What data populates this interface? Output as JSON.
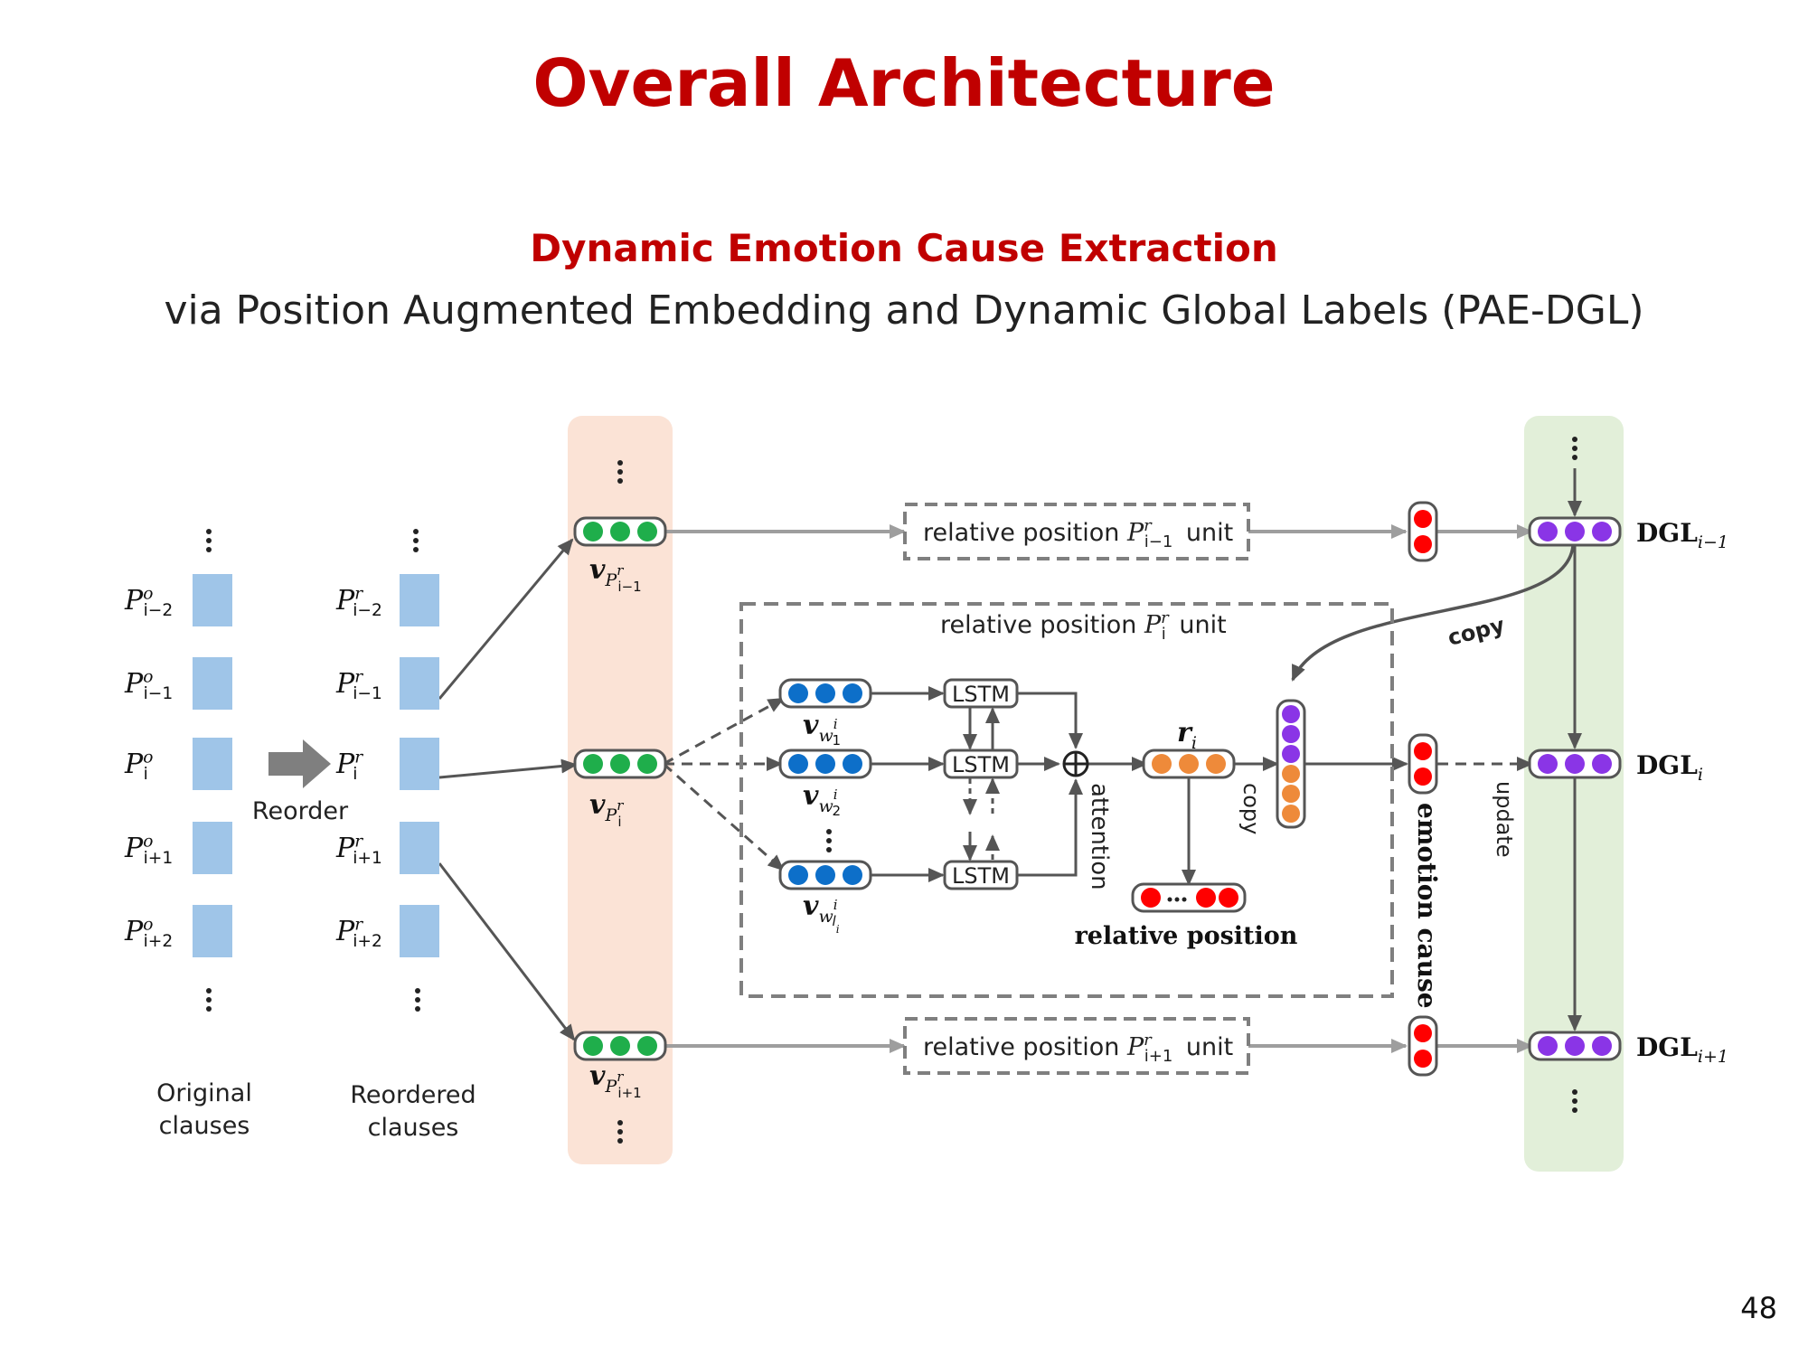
{
  "slide": {
    "title": "Overall Architecture",
    "subtitle": "Dynamic Emotion Cause Extraction",
    "subtitle2": "via Position Augmented Embedding and Dynamic Global Labels (PAE-DGL)",
    "page_number": "48"
  },
  "diagram": {
    "original_labels": [
      {
        "base": "P",
        "sup": "o",
        "sub": "i−2"
      },
      {
        "base": "P",
        "sup": "o",
        "sub": "i−1"
      },
      {
        "base": "P",
        "sup": "o",
        "sub": "i"
      },
      {
        "base": "P",
        "sup": "o",
        "sub": "i+1"
      },
      {
        "base": "P",
        "sup": "o",
        "sub": "i+2"
      }
    ],
    "reordered_labels": [
      {
        "base": "P",
        "sup": "r",
        "sub": "i−2"
      },
      {
        "base": "P",
        "sup": "r",
        "sub": "i−1"
      },
      {
        "base": "P",
        "sup": "r",
        "sub": "i"
      },
      {
        "base": "P",
        "sup": "r",
        "sub": "i+1"
      },
      {
        "base": "P",
        "sup": "r",
        "sub": "i+2"
      }
    ],
    "reorder_label": "Reorder",
    "original_caption": [
      "Original",
      "clauses"
    ],
    "reordered_caption": [
      "Reordered",
      "clauses"
    ],
    "v_labels": [
      {
        "base": "v",
        "sub": "P",
        "subsup": "r",
        "subsub": "i−1"
      },
      {
        "base": "v",
        "sub": "P",
        "subsup": "r",
        "subsub": "i"
      },
      {
        "base": "v",
        "sub": "P",
        "subsup": "r",
        "subsub": "i+1"
      }
    ],
    "unit_top": {
      "text": "relative position",
      "sym": "P",
      "sup": "r",
      "sub": "i−1",
      "suffix": "unit"
    },
    "unit_mid": {
      "text": "relative position",
      "sym": "P",
      "sup": "r",
      "sub": "i",
      "suffix": "unit"
    },
    "unit_bot": {
      "text": "relative position",
      "sym": "P",
      "sup": "r",
      "sub": "i+1",
      "suffix": "unit"
    },
    "word_labels": [
      {
        "base": "v",
        "sub": "w",
        "subsub": "1",
        "subsup": "i"
      },
      {
        "base": "v",
        "sub": "w",
        "subsub": "2",
        "subsup": "i"
      },
      {
        "base": "v",
        "sub": "w",
        "subsub": "l",
        "subsup": "i",
        "subsubsub": "i"
      }
    ],
    "lstm_label": "LSTM",
    "attention_label": "attention",
    "r_label": {
      "base": "r",
      "sub": "i"
    },
    "relative_position_label": "relative position",
    "copy_label": "copy",
    "copy_curve_label": "copy",
    "emotion_cause_label": "emotion cause",
    "update_label": "update",
    "dgl_labels": [
      {
        "base": "DGL",
        "sub": "i−1"
      },
      {
        "base": "DGL",
        "sub": "i"
      },
      {
        "base": "DGL",
        "sub": "i+1"
      }
    ],
    "colors": {
      "green": "#1fae4b",
      "blue": "#0d6fc9",
      "orange": "#ee8a3a",
      "red": "#ff0000",
      "purple": "#8a35e6",
      "clause_box": "#9fc5e8",
      "embed_band": "#fbe3d6",
      "dgl_band": "#e2efd9"
    }
  }
}
